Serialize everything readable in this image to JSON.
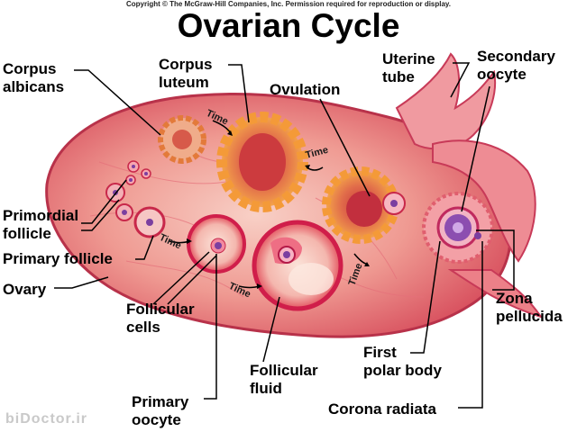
{
  "copyright": "Copyright © The McGraw-Hill Companies, Inc. Permission required for reproduction or display.",
  "title": "Ovarian Cycle",
  "labels": {
    "corpus_albicans": "Corpus\nalbicans",
    "corpus_luteum": "Corpus\nluteum",
    "ovulation": "Ovulation",
    "uterine_tube": "Uterine\ntube",
    "secondary_oocyte": "Secondary\noocyte",
    "primordial_follicle": "Primordial\nfollicle",
    "primary_follicle": "Primary follicle",
    "ovary": "Ovary",
    "follicular_cells": "Follicular\ncells",
    "follicular_fluid": "Follicular\nfluid",
    "primary_oocyte": "Primary\noocyte",
    "first_polar_body": "First\npolar body",
    "corona_radiata": "Corona radiata",
    "zona_pellucida": "Zona\npellucida"
  },
  "time_labels": [
    "Time",
    "Time",
    "Time",
    "Time",
    "Time"
  ],
  "watermark": "biDoctor.ir",
  "colors": {
    "ovary": "#e8787a",
    "ovary_light": "#f6c2b8",
    "stroma": "#d94a5a",
    "luteum": "#f08a3a",
    "follicle": "#d81e4e",
    "oocyte": "#7b3fa0",
    "leader": "#000000"
  }
}
